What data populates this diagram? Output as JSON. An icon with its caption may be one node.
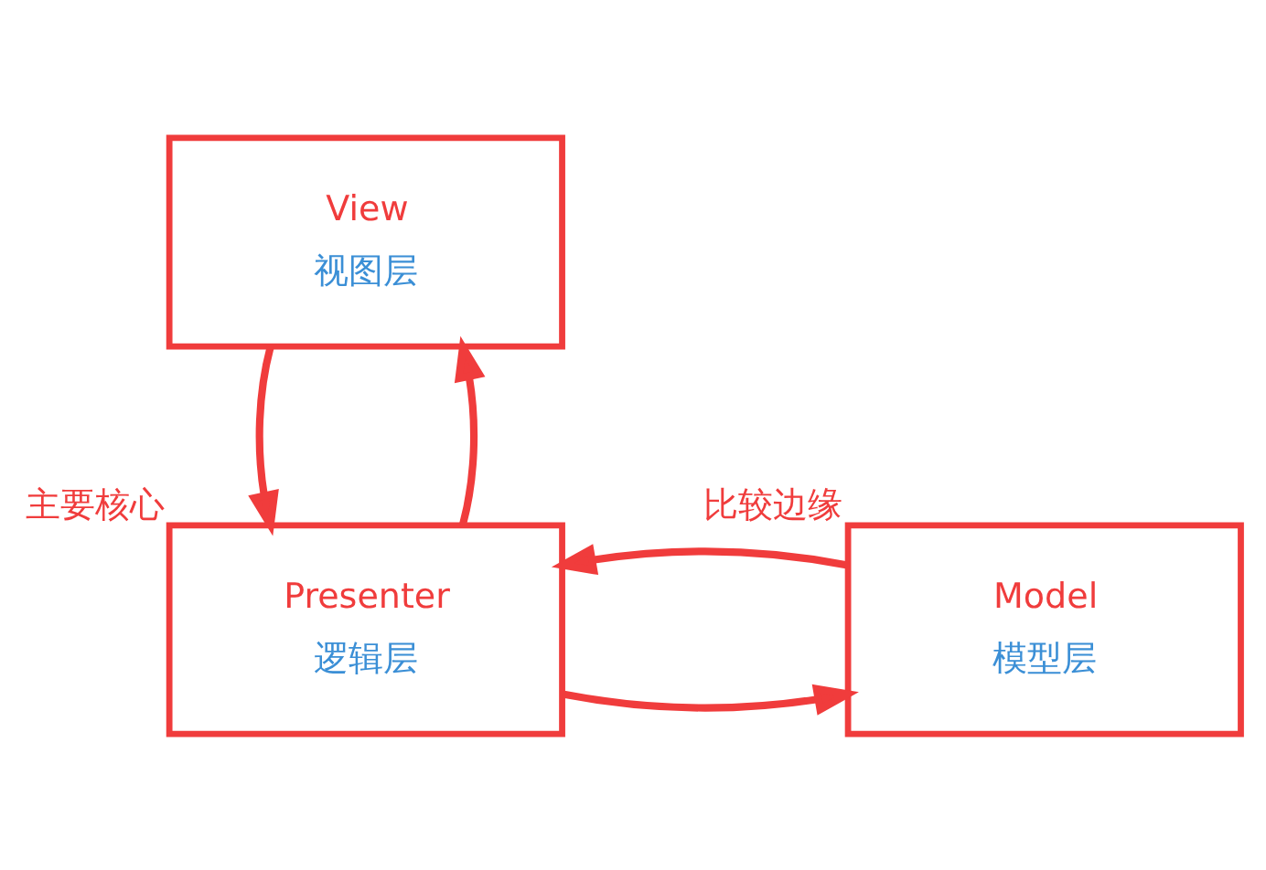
{
  "diagram": {
    "nodes": [
      {
        "text": [
          "View",
          "视图层"
        ]
      },
      {
        "text": [
          "Presenter",
          "逻辑层"
        ],
        "beside": [
          "主要核心"
        ]
      },
      {
        "text": [
          "Model",
          "模型层"
        ],
        "beside": [
          "比较边缘"
        ]
      }
    ],
    "edges": [
      {
        "from": 0,
        "to": 1,
        "arrow": "to"
      },
      {
        "from": 1,
        "to": 0,
        "arrow": "to"
      },
      {
        "from": 1,
        "to": 2,
        "arrow": "to"
      },
      {
        "from": 2,
        "to": 1,
        "arrow": "to"
      }
    ]
  }
}
